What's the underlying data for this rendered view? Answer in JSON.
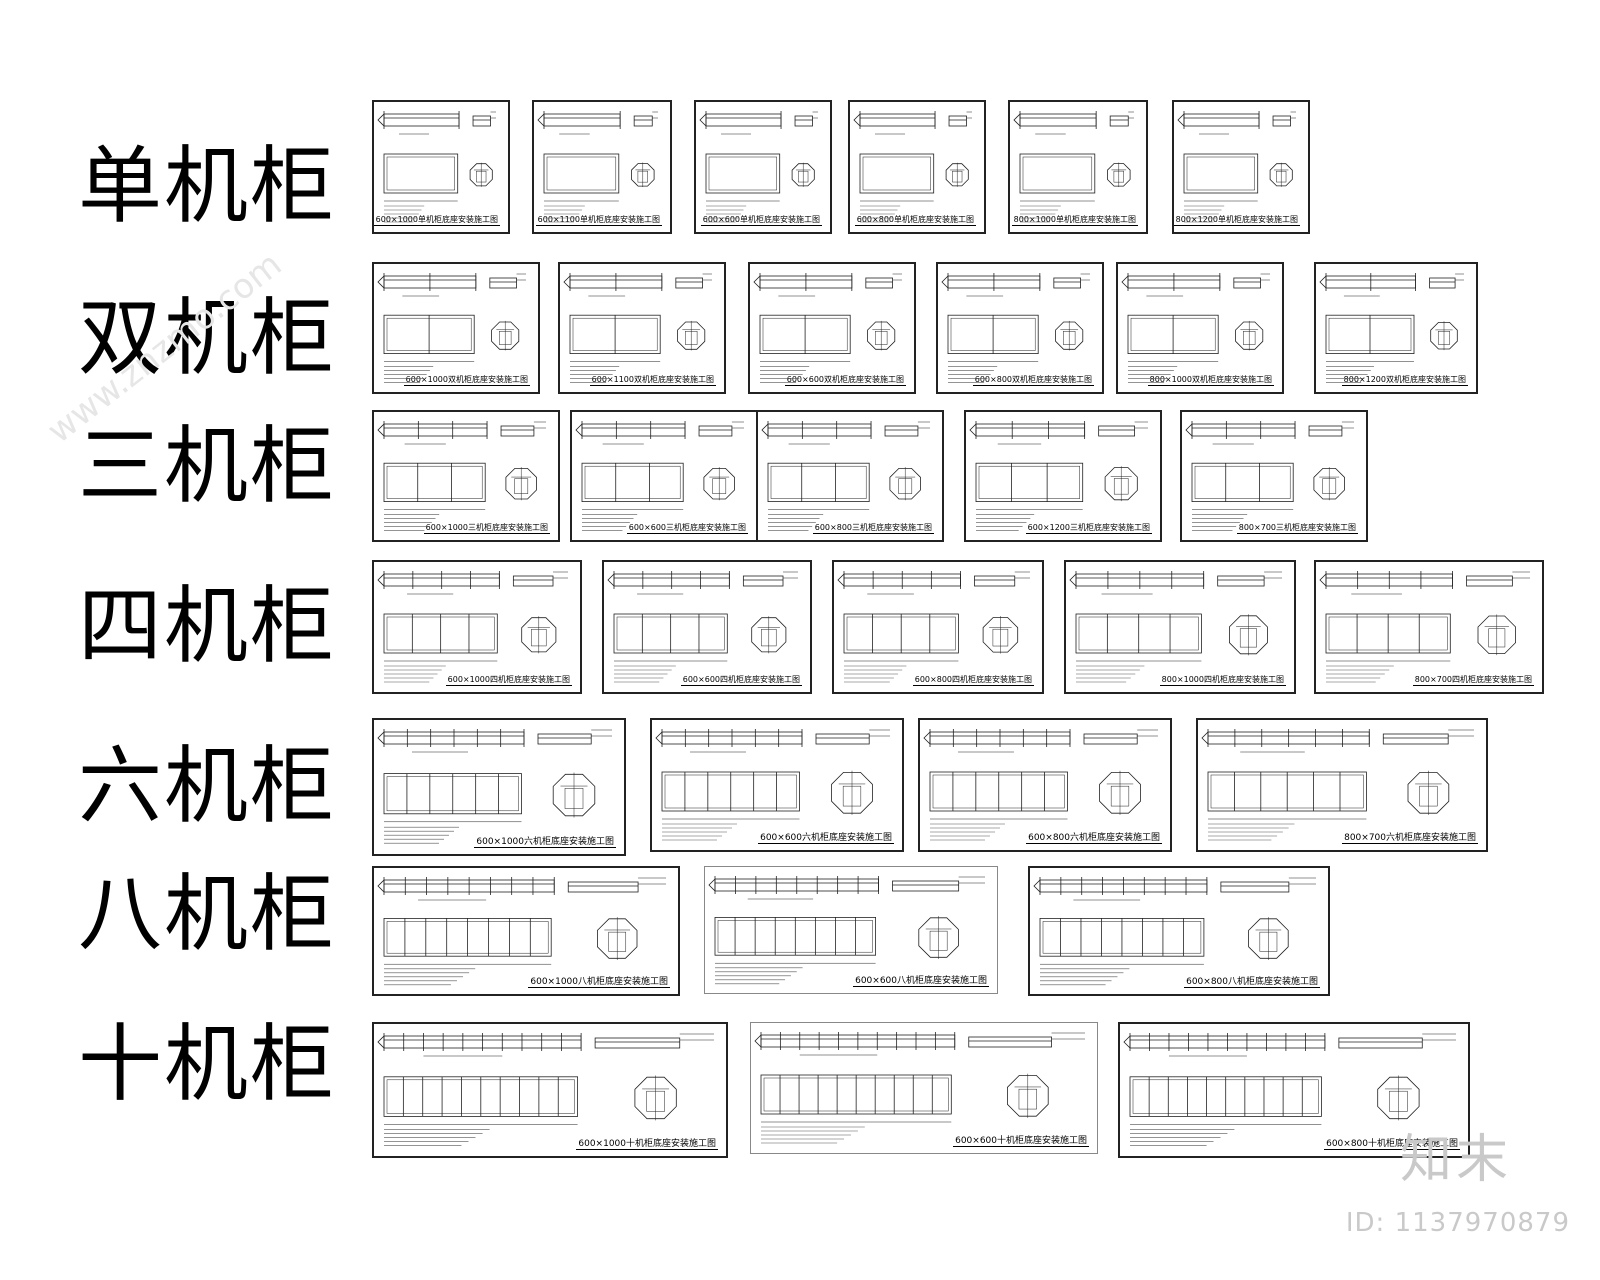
{
  "rows": [
    {
      "label": "单机柜",
      "sheets": [
        {
          "units": 1,
          "title": "600×1000单机柜底座安装施工图"
        },
        {
          "units": 1,
          "title": "600×1100单机柜底座安装施工图"
        },
        {
          "units": 1,
          "title": "600×600单机柜底座安装施工图"
        },
        {
          "units": 1,
          "title": "600×800单机柜底座安装施工图"
        },
        {
          "units": 1,
          "title": "800×1000单机柜底座安装施工图"
        },
        {
          "units": 1,
          "title": "800×1200单机柜底座安装施工图"
        }
      ]
    },
    {
      "label": "双机柜",
      "sheets": [
        {
          "units": 2,
          "title": "600×1000双机柜底座安装施工图"
        },
        {
          "units": 2,
          "title": "600×1100双机柜底座安装施工图"
        },
        {
          "units": 2,
          "title": "600×600双机柜底座安装施工图"
        },
        {
          "units": 2,
          "title": "600×800双机柜底座安装施工图"
        },
        {
          "units": 2,
          "title": "800×1000双机柜底座安装施工图"
        },
        {
          "units": 2,
          "title": "800×1200双机柜底座安装施工图"
        }
      ]
    },
    {
      "label": "三机柜",
      "sheets": [
        {
          "units": 3,
          "title": "600×1000三机柜底座安装施工图"
        },
        {
          "units": 3,
          "title": "600×600三机柜底座安装施工图"
        },
        {
          "units": 3,
          "title": "600×800三机柜底座安装施工图"
        },
        {
          "units": 3,
          "title": "600×1200三机柜底座安装施工图"
        },
        {
          "units": 3,
          "title": "800×700三机柜底座安装施工图"
        }
      ]
    },
    {
      "label": "四机柜",
      "sheets": [
        {
          "units": 4,
          "title": "600×1000四机柜底座安装施工图"
        },
        {
          "units": 4,
          "title": "600×600四机柜底座安装施工图"
        },
        {
          "units": 4,
          "title": "600×800四机柜底座安装施工图"
        },
        {
          "units": 4,
          "title": "800×1000四机柜底座安装施工图"
        },
        {
          "units": 4,
          "title": "800×700四机柜底座安装施工图"
        }
      ]
    },
    {
      "label": "六机柜",
      "sheets": [
        {
          "units": 6,
          "title": "600×1000六机柜底座安装施工图"
        },
        {
          "units": 6,
          "title": "600×600六机柜底座安装施工图"
        },
        {
          "units": 6,
          "title": "600×800六机柜底座安装施工图"
        },
        {
          "units": 6,
          "title": "800×700六机柜底座安装施工图"
        }
      ]
    },
    {
      "label": "八机柜",
      "sheets": [
        {
          "units": 8,
          "title": "600×1000八机柜底座安装施工图"
        },
        {
          "units": 8,
          "title": "600×600八机柜底座安装施工图"
        },
        {
          "units": 8,
          "title": "600×800八机柜底座安装施工图"
        }
      ]
    },
    {
      "label": "十机柜",
      "sheets": [
        {
          "units": 10,
          "title": "600×1000十机柜底座安装施工图"
        },
        {
          "units": 10,
          "title": "600×600十机柜底座安装施工图"
        },
        {
          "units": 10,
          "title": "600×800十机柜底座安装施工图"
        }
      ]
    }
  ],
  "watermark": {
    "logo": "知末",
    "id": "ID: 1137970879",
    "site": "www.znzmo.com"
  }
}
